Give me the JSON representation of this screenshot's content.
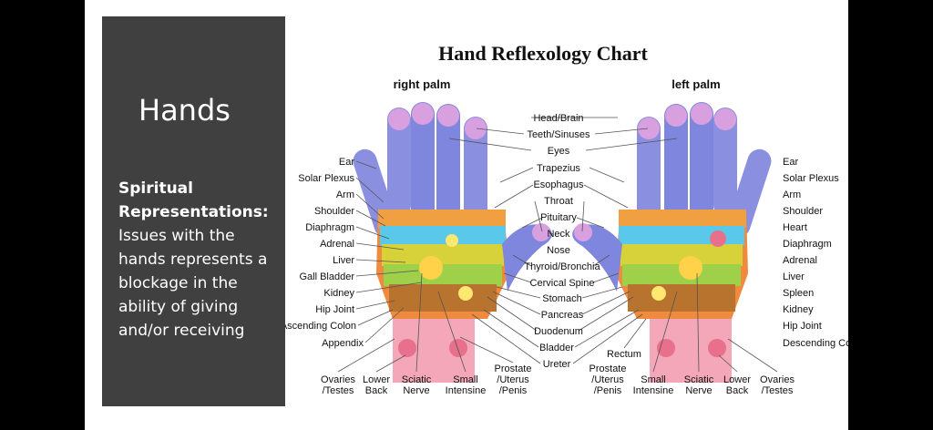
{
  "slide": {
    "title": "Hands",
    "subheading": "Spiritual Representations:",
    "body": "Issues with the hands represents a blockage in the ability of giving and/or receiving"
  },
  "chart": {
    "title": "Hand Reflexology Chart",
    "right_palm_label": "right palm",
    "left_palm_label": "left palm",
    "center_labels": [
      "Head/Brain",
      "Teeth/Sinuses",
      "Eyes",
      "Trapezius",
      "Esophagus",
      "Throat",
      "Pituitary",
      "Neck",
      "Nose",
      "Thyroid/Bronchia",
      "Cervical Spine",
      "Stomach",
      "Pancreas",
      "Duodenum",
      "Bladder",
      "Ureter"
    ],
    "right_side_labels": [
      "Ear",
      "Solar Plexus",
      "Arm",
      "Shoulder",
      "Diaphragm",
      "Adrenal",
      "Liver",
      "Gall Bladder",
      "Kidney",
      "Hip Joint",
      "Ascending Colon",
      "Appendix"
    ],
    "left_side_labels": [
      "Ear",
      "Solar Plexus",
      "Arm",
      "Shoulder",
      "Heart",
      "Diaphragm",
      "Adrenal",
      "Liver",
      "Spleen",
      "Kidney",
      "Hip Joint",
      "Descending Colon"
    ],
    "right_bottom_labels": [
      {
        "l1": "Ovaries",
        "l2": "/Testes"
      },
      {
        "l1": "Lower",
        "l2": "Back"
      },
      {
        "l1": "Sciatic",
        "l2": "Nerve"
      },
      {
        "l1": "Small",
        "l2": "Intensine"
      },
      {
        "l1": "Prostate",
        "l2": "/Uterus",
        "l3": "/Penis"
      }
    ],
    "left_bottom_labels": [
      {
        "l1": "Rectum"
      },
      {
        "l1": "Prostate",
        "l2": "/Uterus",
        "l3": "/Penis"
      },
      {
        "l1": "Small",
        "l2": "Intensine"
      },
      {
        "l1": "Sciatic",
        "l2": "Nerve"
      },
      {
        "l1": "Lower",
        "l2": "Back"
      },
      {
        "l1": "Ovaries",
        "l2": "/Testes"
      }
    ]
  }
}
